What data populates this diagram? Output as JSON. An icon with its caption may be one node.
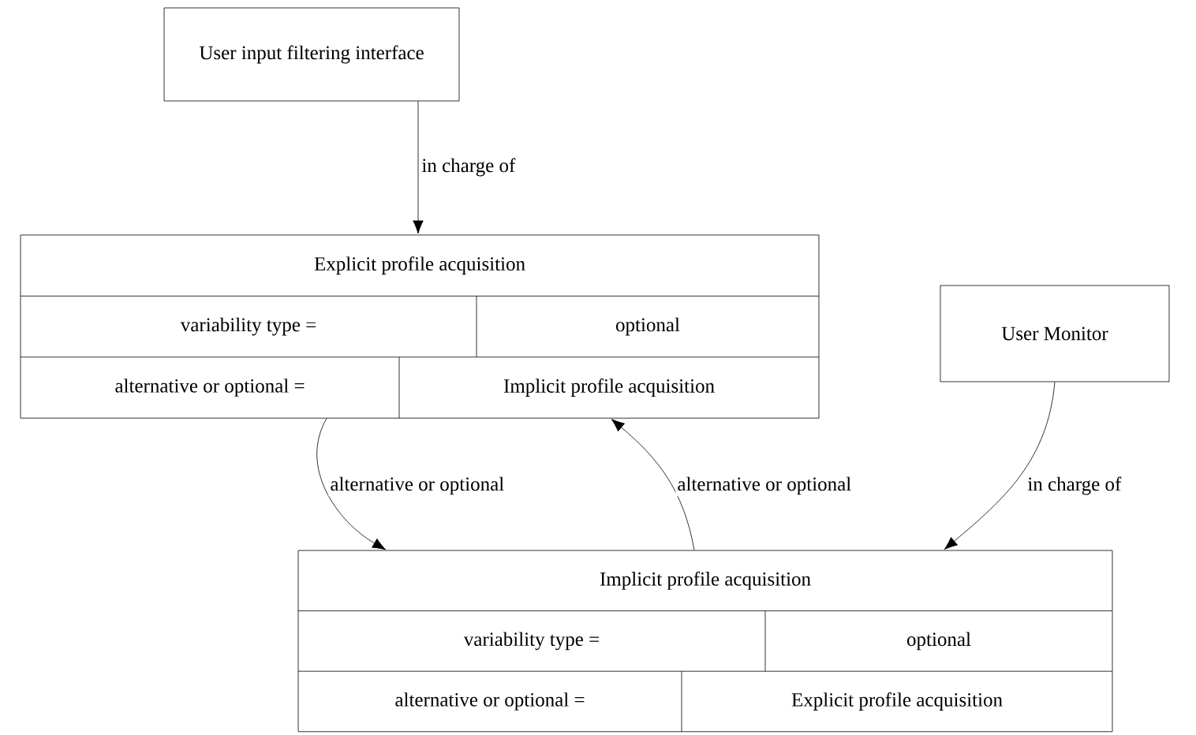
{
  "diagram": {
    "nodes": [
      {
        "text": [
          "User input filtering interface"
        ]
      },
      {
        "text": [
          "Explicit profile acquisition",
          "variability type =",
          "optional",
          "alternative or optional =",
          "Implicit profile acquisition"
        ]
      },
      {
        "text": [
          "User Monitor"
        ]
      },
      {
        "text": [
          "Implicit profile acquisition",
          "variability type =",
          "optional",
          "alternative or optional =",
          "Explicit profile acquisition"
        ]
      }
    ],
    "edges": [
      {
        "from": 0,
        "to": 1,
        "arrow": "to",
        "label": "in charge of"
      },
      {
        "from": 1,
        "to": 3,
        "arrow": "to",
        "label": "alternative or optional"
      },
      {
        "from": 3,
        "to": 1,
        "arrow": "to",
        "label": "alternative or optional"
      },
      {
        "from": 2,
        "to": 3,
        "arrow": "to",
        "label": "in charge of"
      }
    ]
  }
}
